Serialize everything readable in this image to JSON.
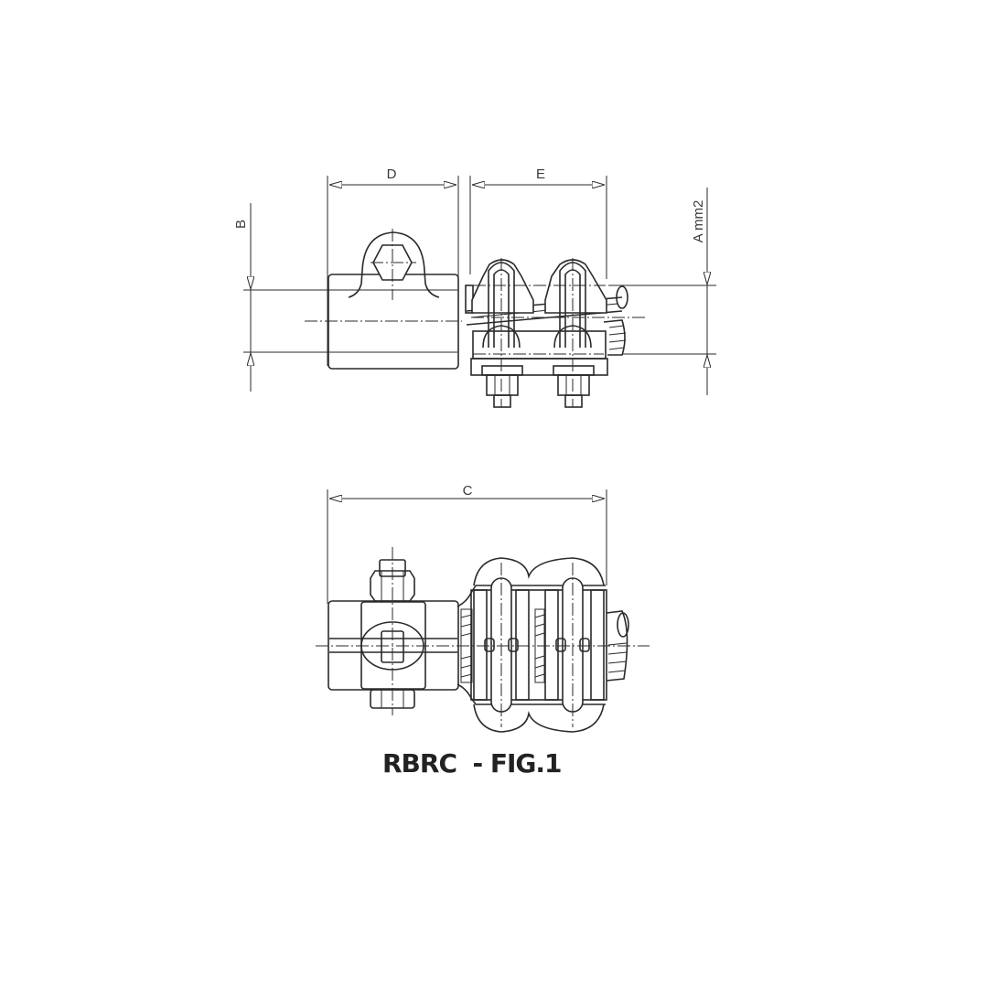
{
  "figure": {
    "caption": "RBRC  - FIG.1",
    "top_view": {
      "dimensions": {
        "D": "D",
        "E": "E",
        "B": "B",
        "A": "A  mm2"
      }
    },
    "bottom_view": {
      "dimensions": {
        "C": "C"
      }
    },
    "colors": {
      "line": "#2a2a2a",
      "background": "#ffffff",
      "text": "#222222"
    }
  }
}
